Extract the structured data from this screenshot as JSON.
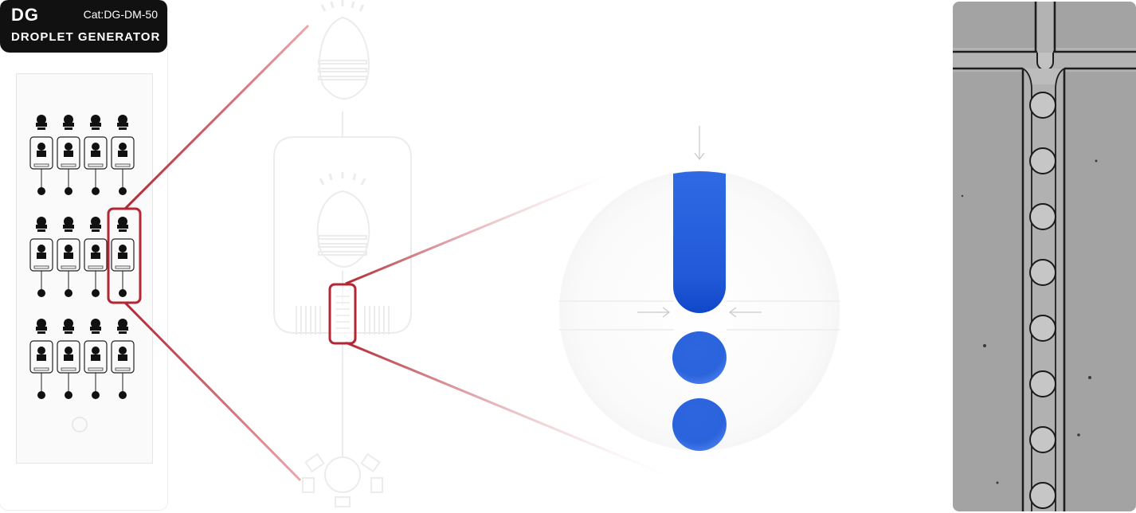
{
  "chip_label": {
    "brand": "DG",
    "catalog": "Cat:DG-DM-50",
    "product_name": "DROPLET GENERATOR"
  },
  "colors": {
    "label_background": "#111111",
    "zoom_outline": "#b22733",
    "droplet_blue": "#2d66df",
    "channel_ghost": "#ececec",
    "micrograph_gray": "#a3a3a3"
  },
  "chip_layout": {
    "rows": 3,
    "columns": 4,
    "highlighted_unit": {
      "row": 2,
      "column": 4
    }
  },
  "droplets_in_zoom": 2,
  "droplets_in_micrograph": 8,
  "icons": {
    "flow_arrow_top": "arrow-down-icon",
    "flow_arrow_left": "arrow-right-icon",
    "flow_arrow_right": "arrow-left-icon"
  }
}
